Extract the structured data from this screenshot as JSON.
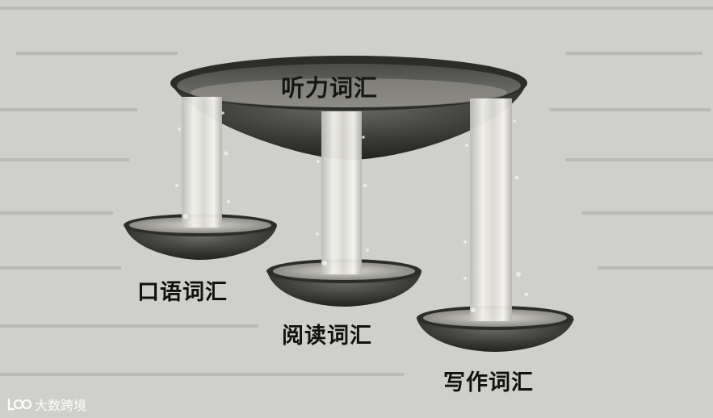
{
  "diagram": {
    "top_bowl_label": "听力词汇",
    "bowls": [
      {
        "id": "speaking",
        "label": "口语词汇"
      },
      {
        "id": "reading",
        "label": "阅读词汇"
      },
      {
        "id": "writing",
        "label": "写作词汇"
      }
    ]
  },
  "watermark": {
    "logo_text": "LOO",
    "text": "大数跨境"
  },
  "colors": {
    "background": "#cfcfcc",
    "bowl_dark": "#3a3a38",
    "water": "#ecebe6",
    "text": "#111111"
  }
}
